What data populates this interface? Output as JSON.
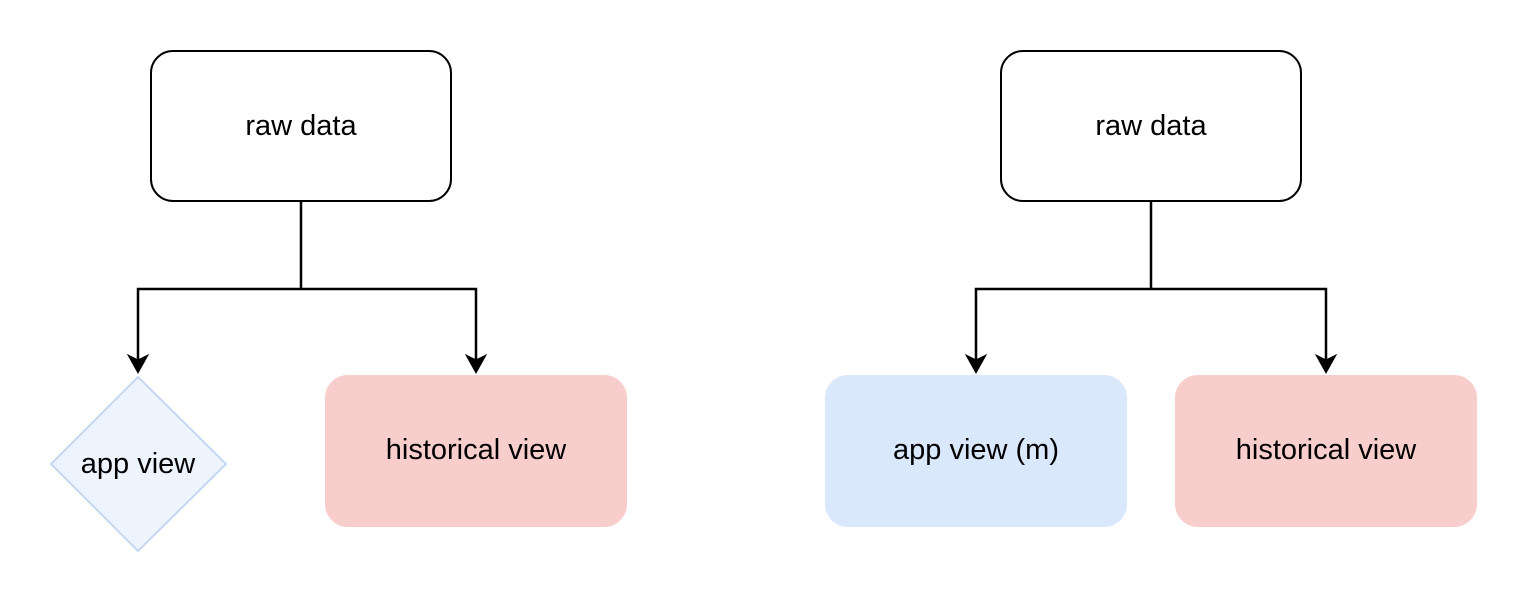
{
  "diagrams": [
    {
      "source": {
        "label": "raw data"
      },
      "targets": [
        {
          "label": "app view",
          "shape": "diamond",
          "fill": "#EEF4FD",
          "stroke": "#C6D6F0"
        },
        {
          "label": "historical view",
          "shape": "rounded-rect",
          "fill": "#F8CECC",
          "stroke": "#F8CECC"
        }
      ]
    },
    {
      "source": {
        "label": "raw data"
      },
      "targets": [
        {
          "label": "app view (m)",
          "shape": "rounded-rect",
          "fill": "#DAE8FC",
          "stroke": "#DAE8FC"
        },
        {
          "label": "historical view",
          "shape": "rounded-rect",
          "fill": "#F8CECC",
          "stroke": "#F8CECC"
        }
      ]
    }
  ],
  "colors": {
    "source_fill": "#FFFFFF",
    "source_stroke": "#000000",
    "edge": "#000000"
  }
}
